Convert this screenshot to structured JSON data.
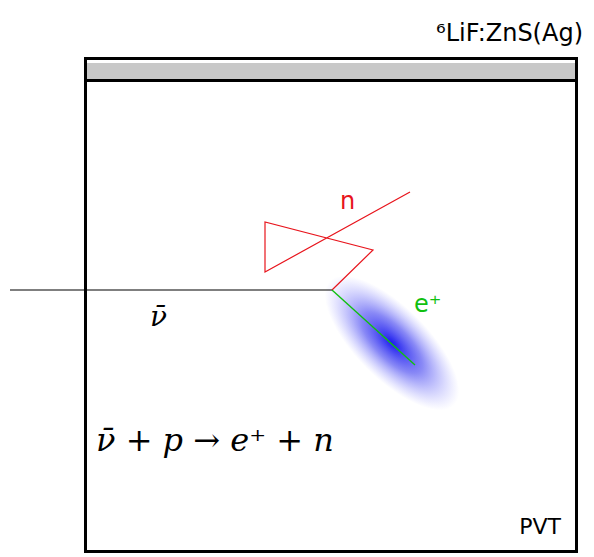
{
  "diagram": {
    "nodes": [
      {
        "text": [
          "⁶LiF:ZnS(Ag)"
        ]
      },
      {
        "text": [
          "PVT"
        ]
      }
    ],
    "labels": [
      "ν̄",
      "n",
      "e⁺",
      "ν̄ + p → e⁺ + n"
    ]
  }
}
